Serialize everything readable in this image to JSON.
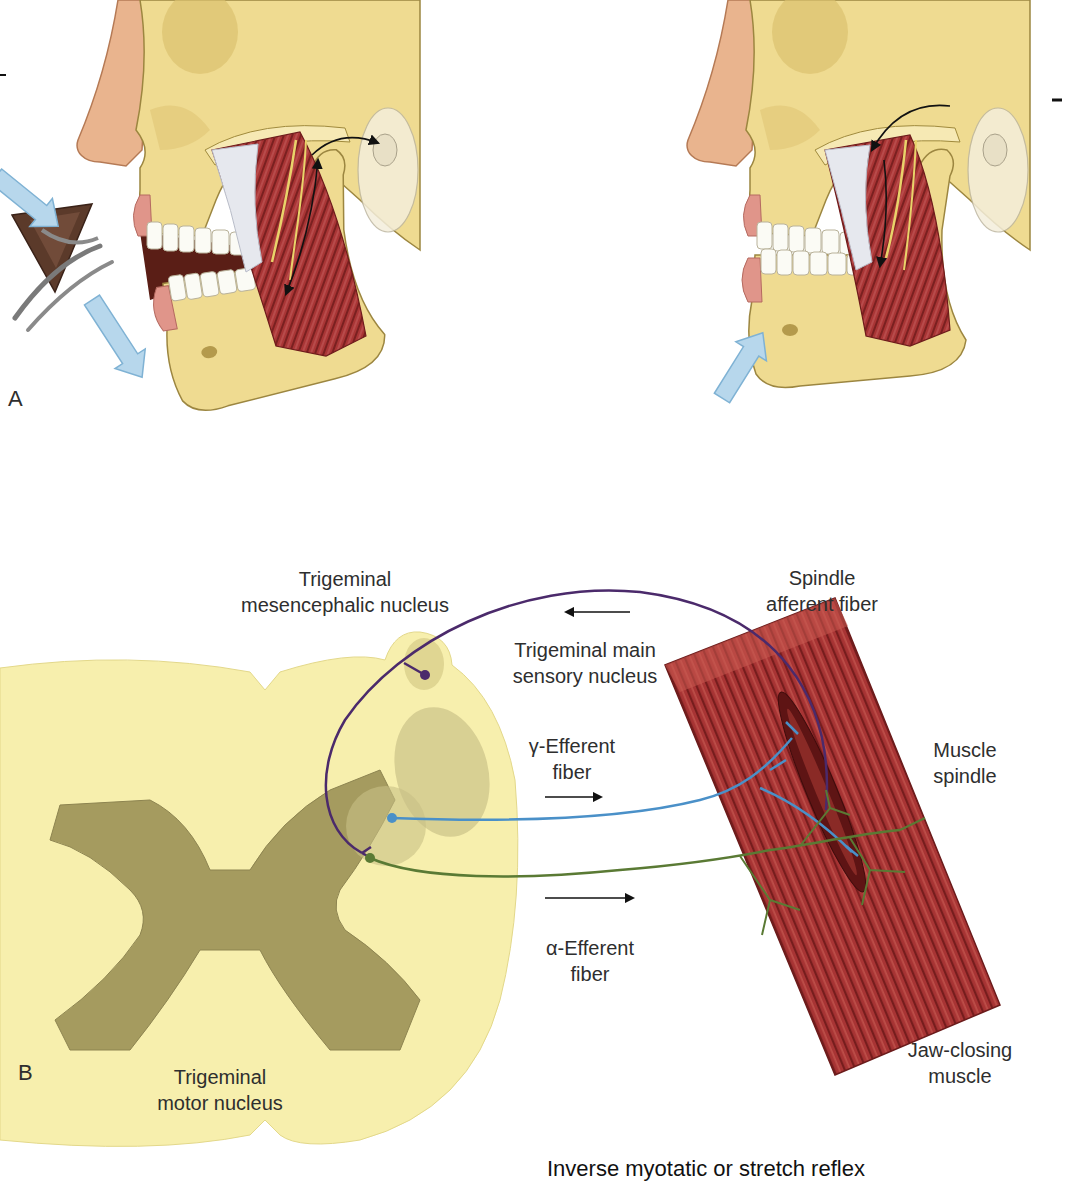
{
  "diagram": {
    "caption": "Inverse myotatic or stretch reflex",
    "labels": [
      "A",
      "Trigeminal mesencephalic nucleus",
      "Spindle afferent fiber",
      "Trigeminal main sensory nucleus",
      "γ-Efferent fiber",
      "Muscle spindle",
      "α-Efferent fiber",
      "B",
      "Jaw-closing muscle",
      "Trigeminal motor nucleus"
    ]
  }
}
